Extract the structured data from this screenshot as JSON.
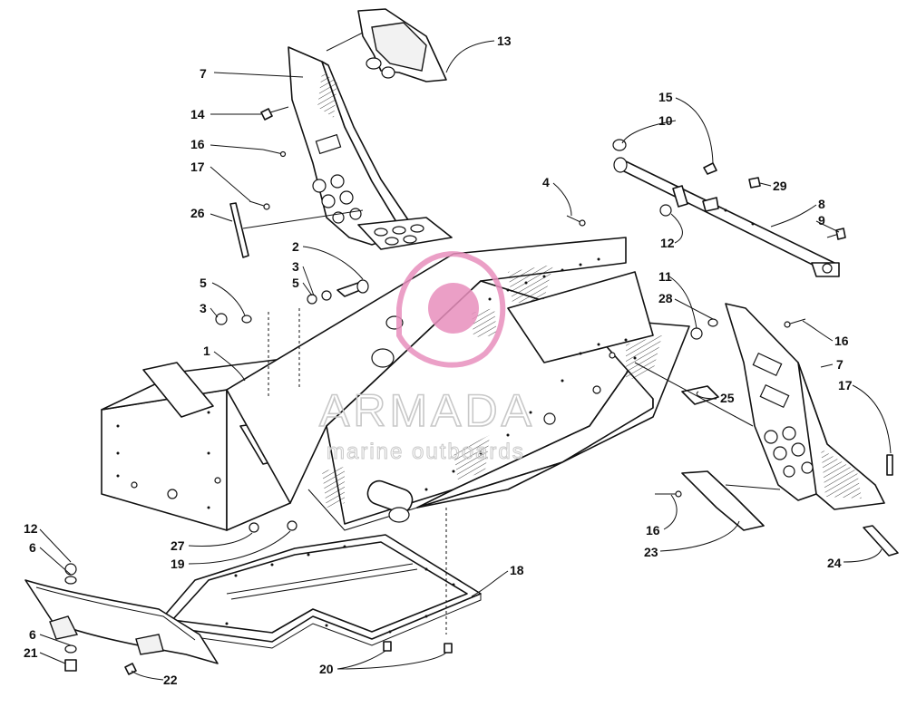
{
  "watermark": {
    "brand": "ARMADA",
    "tagline": "marine outboards",
    "logo_color": "#e88fbd"
  },
  "callouts": [
    {
      "id": "c13a",
      "label": "13"
    },
    {
      "id": "c7a",
      "label": "7"
    },
    {
      "id": "c14",
      "label": "14"
    },
    {
      "id": "c16a",
      "label": "16"
    },
    {
      "id": "c17a",
      "label": "17"
    },
    {
      "id": "c26",
      "label": "26"
    },
    {
      "id": "c2",
      "label": "2"
    },
    {
      "id": "c3a",
      "label": "3"
    },
    {
      "id": "c5a",
      "label": "5"
    },
    {
      "id": "c5b",
      "label": "5"
    },
    {
      "id": "c3b",
      "label": "3"
    },
    {
      "id": "c1",
      "label": "1"
    },
    {
      "id": "c4",
      "label": "4"
    },
    {
      "id": "c15",
      "label": "15"
    },
    {
      "id": "c10",
      "label": "10"
    },
    {
      "id": "c29",
      "label": "29"
    },
    {
      "id": "c8",
      "label": "8"
    },
    {
      "id": "c9",
      "label": "9"
    },
    {
      "id": "c12a",
      "label": "12"
    },
    {
      "id": "c11",
      "label": "11"
    },
    {
      "id": "c28",
      "label": "28"
    },
    {
      "id": "c16b",
      "label": "16"
    },
    {
      "id": "c7b",
      "label": "7"
    },
    {
      "id": "c25",
      "label": "25"
    },
    {
      "id": "c17b",
      "label": "17"
    },
    {
      "id": "c16c",
      "label": "16"
    },
    {
      "id": "c23",
      "label": "23"
    },
    {
      "id": "c24",
      "label": "24"
    },
    {
      "id": "c12b",
      "label": "12"
    },
    {
      "id": "c6a",
      "label": "6"
    },
    {
      "id": "c27",
      "label": "27"
    },
    {
      "id": "c19",
      "label": "19"
    },
    {
      "id": "c18",
      "label": "18"
    },
    {
      "id": "c6b",
      "label": "6"
    },
    {
      "id": "c21",
      "label": "21"
    },
    {
      "id": "c22",
      "label": "22"
    },
    {
      "id": "c20",
      "label": "20"
    }
  ]
}
